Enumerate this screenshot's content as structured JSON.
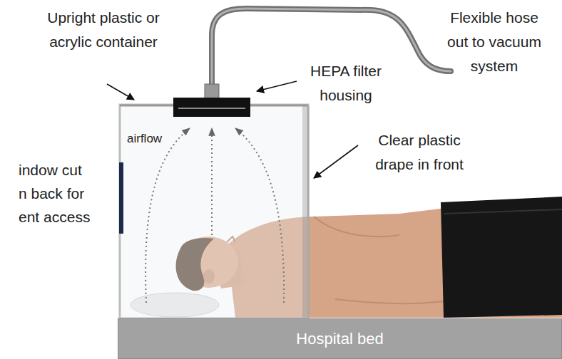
{
  "diagram": {
    "nodes": [
      {
        "text": [
          "Hospital bed"
        ]
      }
    ],
    "labels": [
      "Upright plastic or acrylic container",
      "HEPA filter housing",
      "Flexible hose out to vacuum system",
      "airflow",
      "indow cut n back for ent access",
      "Clear plastic drape in front"
    ]
  }
}
